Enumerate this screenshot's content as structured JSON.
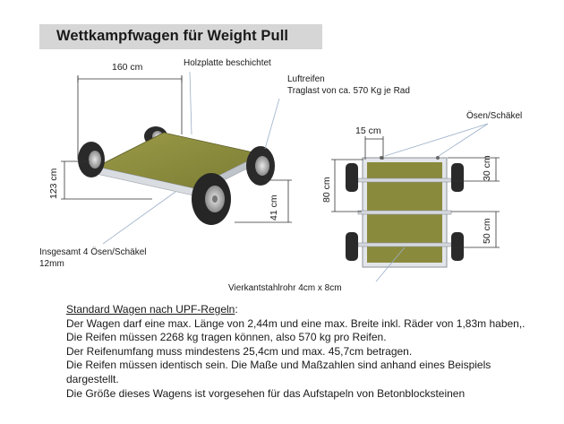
{
  "title": "Wettkampfwagen für Weight Pull",
  "labels": {
    "width_left": "160 cm",
    "height_left": "123 cm",
    "wheel_height": "41 cm",
    "plate": "Holzplatte beschichtet",
    "tire_line1": "Luftreifen",
    "tire_line2": "Traglast von  ca. 570 Kg je Rad",
    "eyes_top": "Ösen/Schäkel",
    "eyes_total_line1": "Insgesamt  4 Ösen/Schäkel",
    "eyes_total_line2": "12mm",
    "top_width": "15 cm",
    "top_length": "80 cm",
    "top_axle_1": "30 cm",
    "top_axle_2": "50 cm",
    "tube": "Vierkantstahlrohr  4cm x 8cm"
  },
  "rules": {
    "heading": "Standard Wagen nach UPF-Regeln",
    "heading_suffix": ":",
    "lines": [
      "Der Wagen darf eine max. Länge von 2,44m und eine max. Breite inkl. Räder von 1,83m haben,.",
      "Die Reifen müssen 2268 kg tragen können, also 570 kg pro Reifen.",
      "Der Reifenumfang muss mindestens 25,4cm und max. 45,7cm betragen.",
      "Die Reifen müssen identisch sein. Die Maße und Maßzahlen sind anhand eines Beispiels",
      "dargestellt.",
      "Die Größe dieses Wagens ist vorgesehen für das Aufstapeln von Betonblocksteinen"
    ]
  },
  "colors": {
    "wood": "#8a8a3c",
    "tire": "#2a2a2a",
    "frame": "#cfd3d8",
    "title_bg": "#d6d6d6"
  }
}
